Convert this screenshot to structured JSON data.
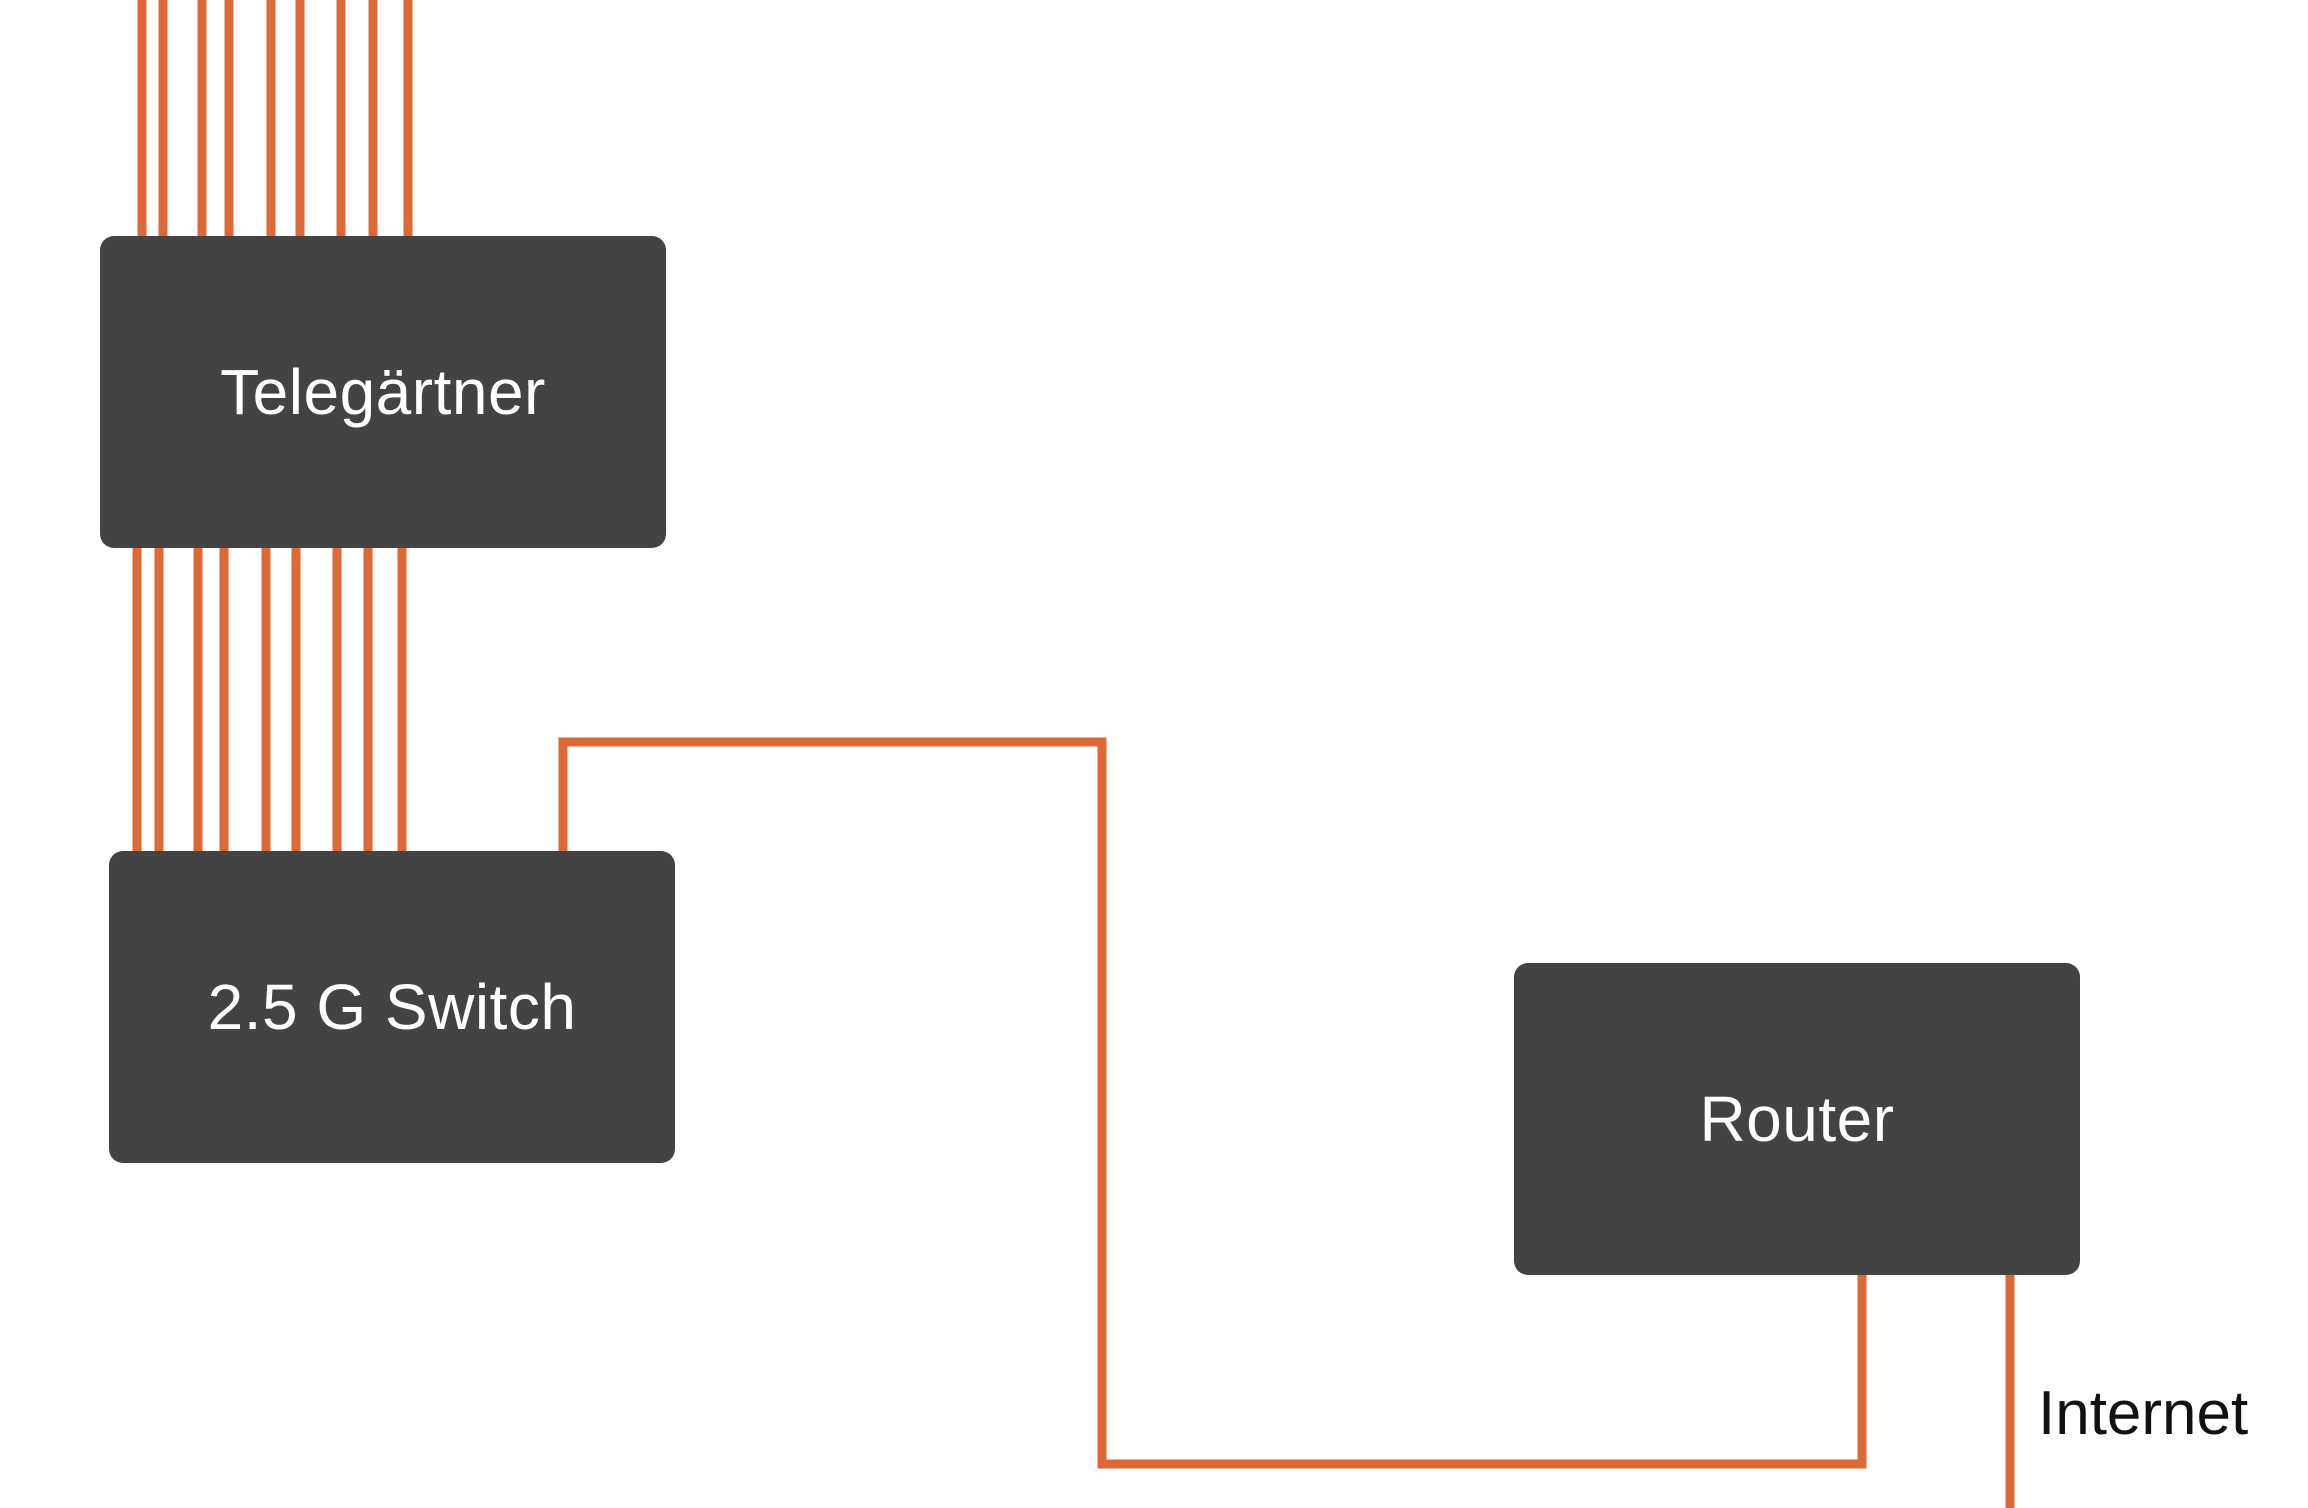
{
  "nodes": {
    "telegaertner": {
      "label": "Telegärtner"
    },
    "switch": {
      "label": "2.5 G Switch"
    },
    "router": {
      "label": "Router"
    }
  },
  "labels": {
    "internet": "Internet"
  },
  "colors": {
    "cable": "#dd6a36",
    "box": "#434343",
    "box_text": "#ffffff",
    "label_text": "#111111",
    "background": "#ffffff"
  }
}
